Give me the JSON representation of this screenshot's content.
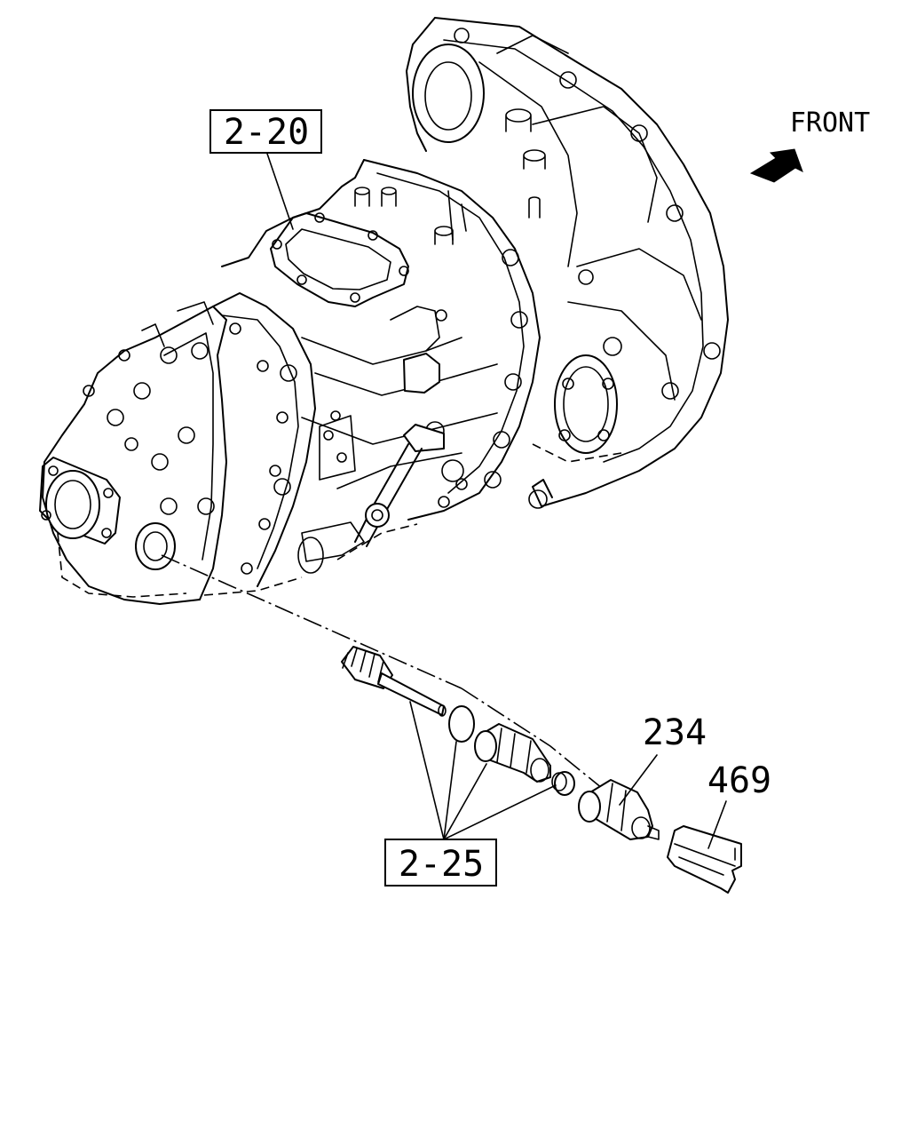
{
  "labels": {
    "ref_top": "2-20",
    "ref_bottom": "2-25",
    "part_234": "234",
    "part_469": "469",
    "front": "FRONT"
  },
  "icons": {
    "front_arrow": "front-direction-arrow"
  }
}
